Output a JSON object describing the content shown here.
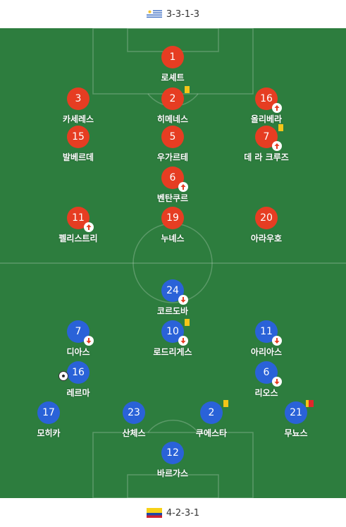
{
  "home": {
    "formation": "3-3-1-3",
    "flag": "uruguay-flag"
  },
  "away": {
    "formation": "4-2-3-1",
    "flag": "colombia-flag"
  },
  "colors": {
    "pitch": "#2d7d3e",
    "home_team": "#e63d22",
    "away_team": "#2a62d8",
    "yellow_card": "#f5c518",
    "red_card": "#e0262b"
  },
  "players": [
    {
      "team": "home",
      "number": "1",
      "name": "로셰트"
    },
    {
      "team": "home",
      "number": "3",
      "name": "카세레스"
    },
    {
      "team": "home",
      "number": "2",
      "name": "히메네스",
      "card": "yellow"
    },
    {
      "team": "home",
      "number": "16",
      "name": "올리베라",
      "sub": "up"
    },
    {
      "team": "home",
      "number": "15",
      "name": "발베르데"
    },
    {
      "team": "home",
      "number": "5",
      "name": "우가르테"
    },
    {
      "team": "home",
      "number": "7",
      "name": "데 라 크루즈",
      "card": "yellow",
      "sub": "up"
    },
    {
      "team": "home",
      "number": "6",
      "name": "벤탄쿠르",
      "sub": "up"
    },
    {
      "team": "home",
      "number": "11",
      "name": "펠리스트리",
      "sub": "up"
    },
    {
      "team": "home",
      "number": "19",
      "name": "누녜스"
    },
    {
      "team": "home",
      "number": "20",
      "name": "아라우호"
    },
    {
      "team": "away",
      "number": "24",
      "name": "코르도바",
      "sub": "down"
    },
    {
      "team": "away",
      "number": "7",
      "name": "디아스",
      "sub": "down"
    },
    {
      "team": "away",
      "number": "10",
      "name": "로드리게스",
      "card": "yellow",
      "sub": "down"
    },
    {
      "team": "away",
      "number": "11",
      "name": "아리아스",
      "sub": "down"
    },
    {
      "team": "away",
      "number": "16",
      "name": "레르마",
      "goal": true
    },
    {
      "team": "away",
      "number": "6",
      "name": "리오스",
      "sub": "down"
    },
    {
      "team": "away",
      "number": "17",
      "name": "모히카"
    },
    {
      "team": "away",
      "number": "23",
      "name": "산체스"
    },
    {
      "team": "away",
      "number": "2",
      "name": "쿠에스타",
      "card": "yellow"
    },
    {
      "team": "away",
      "number": "21",
      "name": "무뇨스",
      "card": "yellow-red"
    },
    {
      "team": "away",
      "number": "12",
      "name": "바르가스"
    }
  ]
}
